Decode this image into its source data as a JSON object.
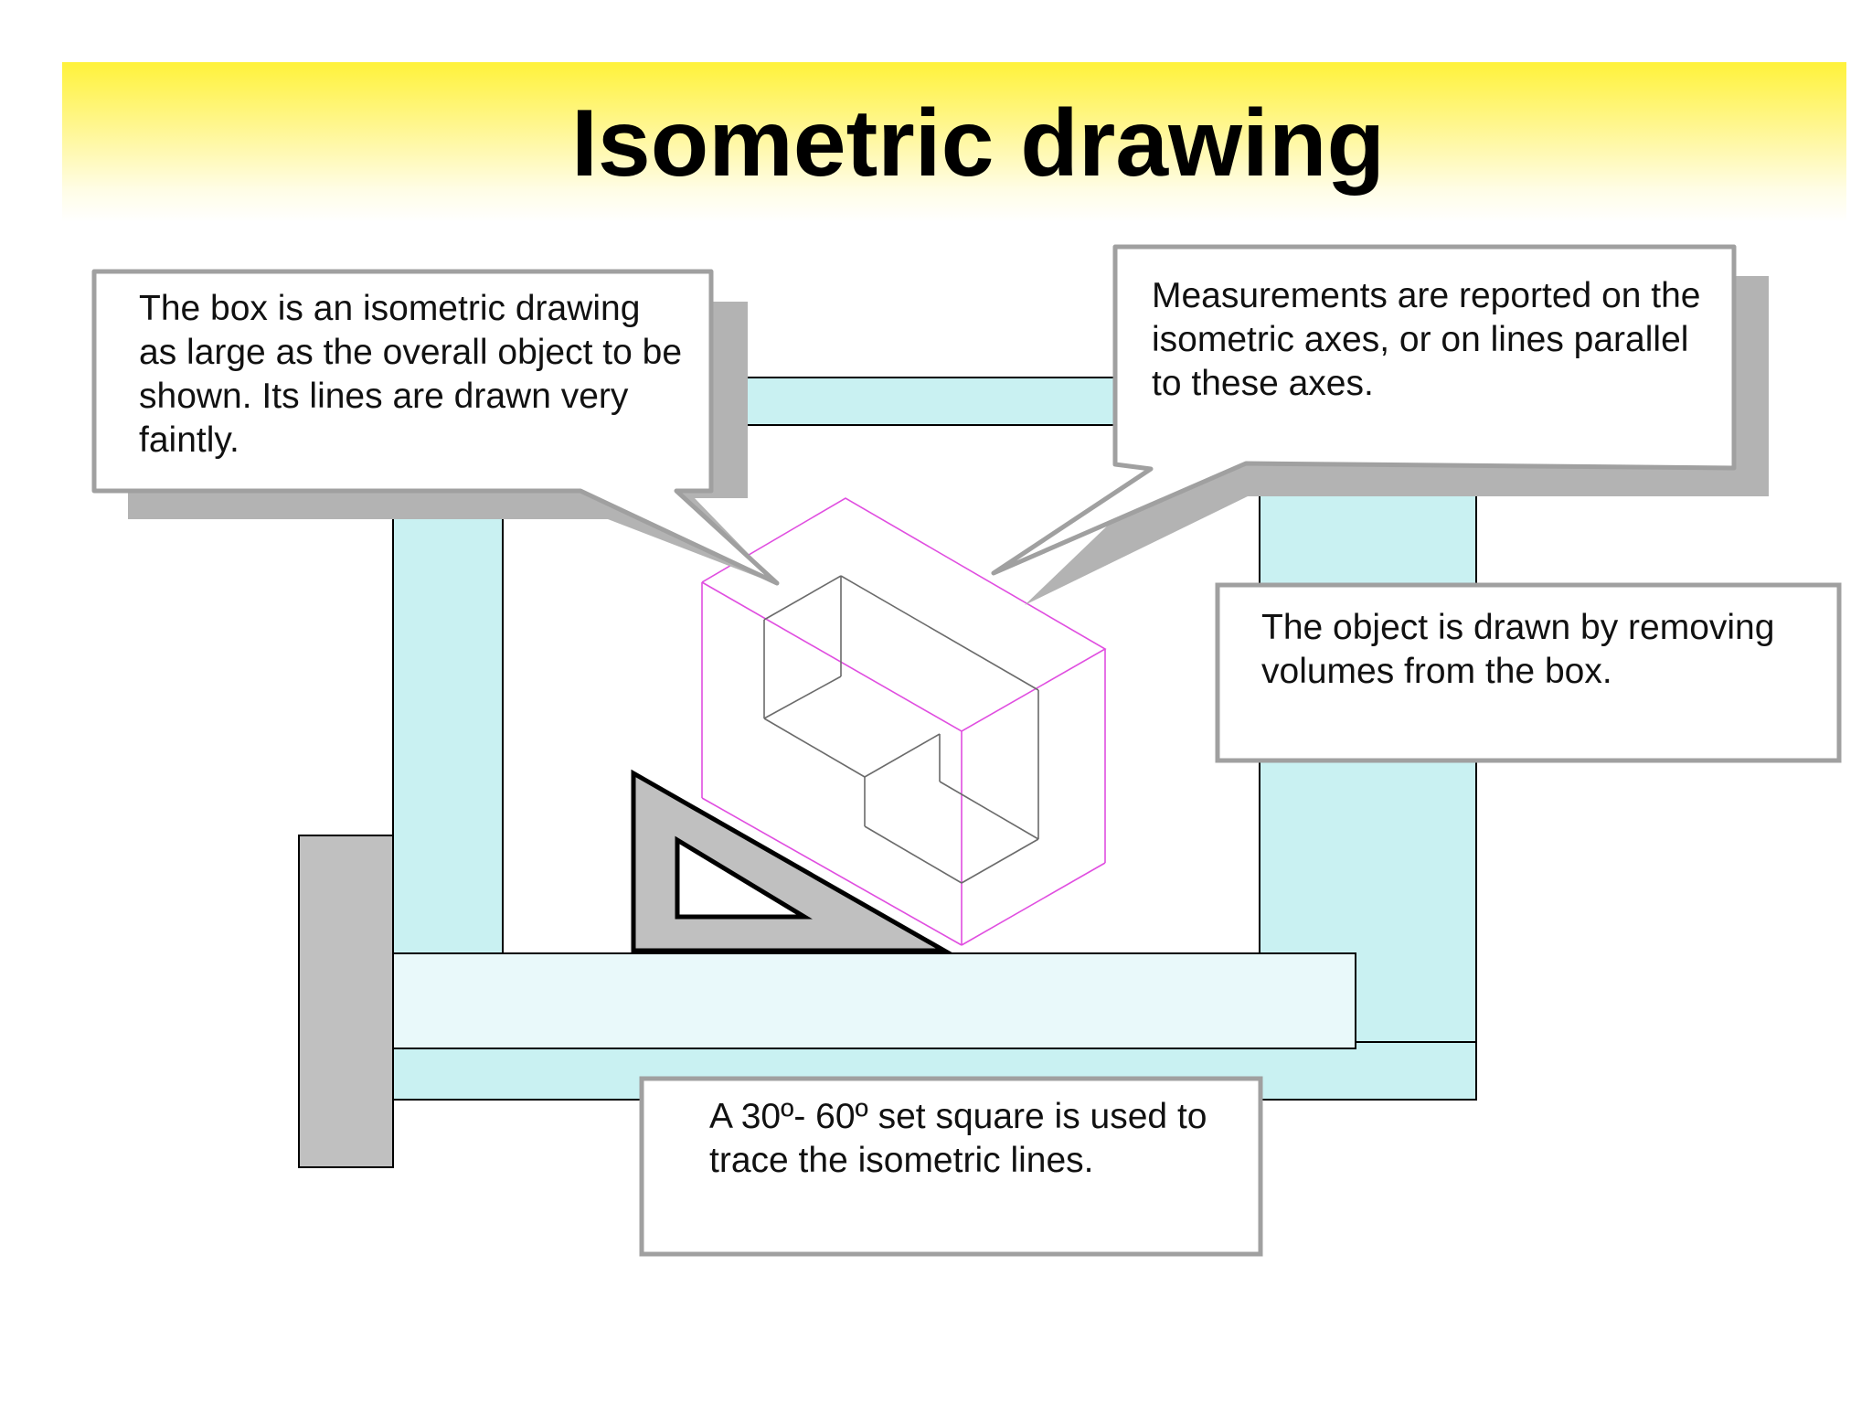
{
  "page": {
    "title": "Isometric drawing"
  },
  "callouts": {
    "box": "The box is an isometric drawing as large as the overall object to be shown.  Its lines are drawn very faintly.",
    "measurements": "Measurements are reported on the isometric axes, or on lines parallel to these axes.",
    "object": "The object is drawn by removing volumes from the box.",
    "set_square": "A 30º- 60º set square is used to trace the isometric lines."
  },
  "colors": {
    "title_band": "#fff23a",
    "ruler_cyan": "#c9f1f2",
    "tsquare_blade": "#e9f9fa",
    "set_square_gray": "#c0c0c0",
    "callout_border": "#a0a0a0",
    "callout_shadow": "#b3b3b3",
    "box_lines": "#e04ee0",
    "object_lines": "#6b6b6b"
  }
}
